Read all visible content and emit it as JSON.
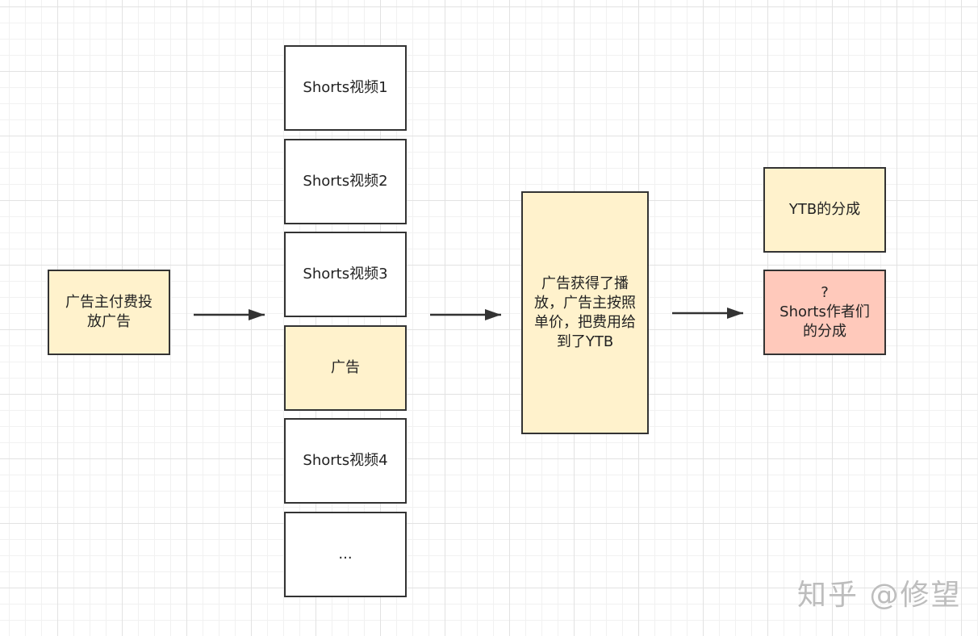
{
  "nodes": {
    "advertiser": "广告主付费投放广告",
    "video1": "Shorts视频1",
    "video2": "Shorts视频2",
    "video3": "Shorts视频3",
    "ad_slot": "广告",
    "video4": "Shorts视频4",
    "more": "...",
    "ad_played": "广告获得了播放，广告主按照单价，把费用给到了YTB",
    "ytb_share": "YTB的分成",
    "creator_share": "?\nShorts作者们\n的分成"
  },
  "watermark": "知乎 @修望",
  "colors": {
    "yellow_fill": "#fff2cc",
    "white_fill": "#ffffff",
    "pink_fill": "#ffc9bb",
    "stroke": "#333333"
  }
}
